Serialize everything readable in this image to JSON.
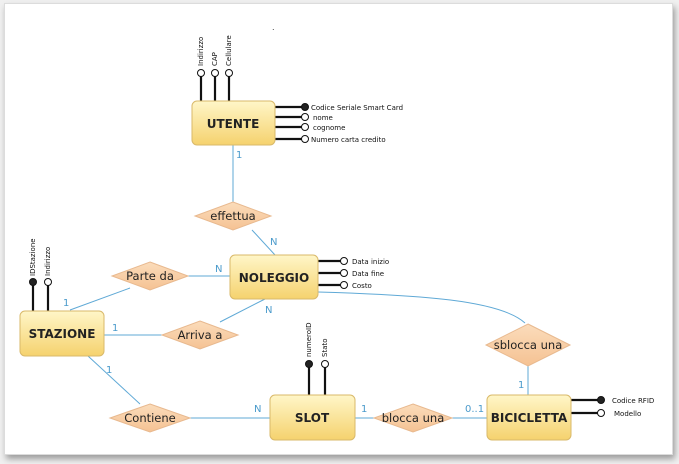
{
  "entities": {
    "utente": "UTENTE",
    "noleggio": "NOLEGGIO",
    "stazione": "STAZIONE",
    "slot": "SLOT",
    "bicicletta": "BICICLETTA"
  },
  "relationships": {
    "effettua": "effettua",
    "parte_da": "Parte da",
    "arriva_a": "Arriva a",
    "contiene": "Contiene",
    "sblocca_bici": "sblocca una",
    "blocca": "blocca una"
  },
  "attributes": {
    "utente_top": [
      "Indirizzo",
      "CAP",
      "Cellulare"
    ],
    "utente_right": [
      "Codice Seriale Smart Card",
      "nome",
      "cognome",
      "Numero carta credito"
    ],
    "noleggio_right": [
      "Data inizio",
      "Data fine",
      "Costo"
    ],
    "stazione_top": [
      "IDStazione",
      "Indirizzo"
    ],
    "slot_top": [
      "numeroID",
      "Stato"
    ],
    "bicicletta_right": [
      "Codice RFID",
      "Modello"
    ]
  },
  "cardinalities": {
    "utente_effettua": "1",
    "effettua_noleggio": "N",
    "partida_noleggio": "N",
    "stazione_partida": "1",
    "stazione_arriva": "1",
    "arriva_noleggio": "N",
    "stazione_contiene": "1",
    "contiene_slot": "N",
    "slot_blocca": "1",
    "blocca_bici": "0..1",
    "bici_sblocca": "1"
  },
  "marks": {
    "top_dot": "."
  },
  "colors": {
    "entity_fill_top": "#fff6c8",
    "entity_fill_bottom": "#f5d26e",
    "relationship_fill": "#f8cfa4",
    "link": "#5fa9d6",
    "cardinality": "#4a9acb"
  }
}
